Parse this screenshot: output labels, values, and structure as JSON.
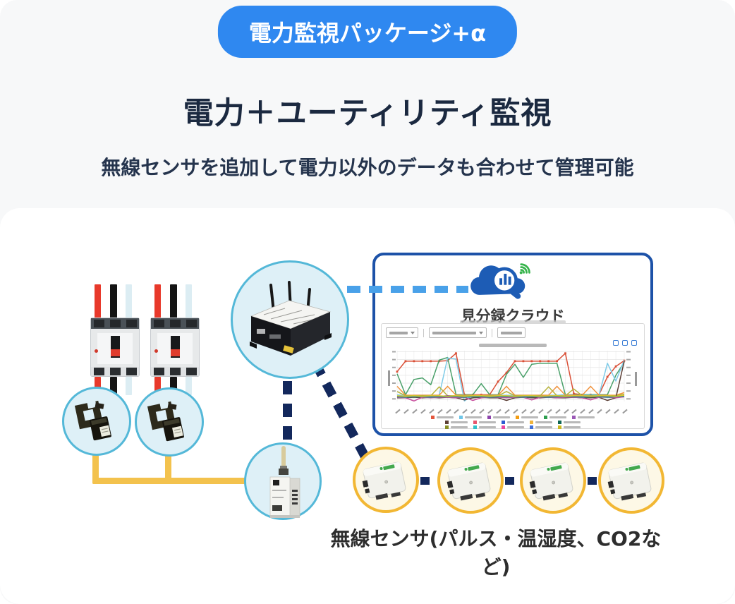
{
  "badge": {
    "label": "電力監視パッケージ+α",
    "bg_color": "#2f88f0"
  },
  "heading": {
    "title": "電力＋ユーティリティ監視",
    "subtitle": "無線センサを追加して電力以外のデータも合わせて管理可能",
    "title_color": "#1b2940"
  },
  "cloud_panel": {
    "brand": "見分録クラウド",
    "border_color": "#1d52a8",
    "logo": {
      "cloud_color": "#1d5cb5",
      "wifi_color": "#35b34a",
      "chart_bars_in_magnifier": 3
    }
  },
  "diagram": {
    "sensor_caption": "無線センサ(パルス・温湿度、CO2など)",
    "devices": {
      "circuit_breakers": 2,
      "ct_clamps": 2,
      "data_logger_antennas": 3,
      "wireless_gateway": 1,
      "wireless_sensors": 4
    },
    "colors": {
      "circle_blue_fill": "#def0f7",
      "circle_blue_border": "#54b8d8",
      "circle_yellow_fill": "#fdf8e6",
      "circle_yellow_border": "#f2b733",
      "wire_red": "#e8392b",
      "wire_black": "#141414",
      "wire_pale_blue": "#dcedf3",
      "ct_cable_yellow": "#f3c24d",
      "dash_navy": "#13285c",
      "dash_light_blue": "#49a1e9"
    }
  },
  "chart_data": {
    "type": "line",
    "x_points": 28,
    "ylim": [
      -5,
      92
    ],
    "grid": true,
    "legibility_note": "toolbar, axis, tick and legend text in the embedded dashboard screenshot is below legibility; values below are visual estimates",
    "series": [
      {
        "name": "red-series",
        "color": "#d94f36",
        "markers": true,
        "values": [
          52,
          72,
          72,
          72,
          72,
          72,
          73,
          87,
          8,
          8,
          8,
          8,
          33,
          50,
          72,
          72,
          72,
          72,
          72,
          72,
          87,
          10,
          8,
          8,
          8,
          42,
          62,
          73
        ]
      },
      {
        "name": "green-series",
        "color": "#4aa06a",
        "values": [
          48,
          8,
          37,
          40,
          27,
          74,
          79,
          8,
          8,
          8,
          29,
          8,
          8,
          47,
          66,
          41,
          66,
          68,
          68,
          68,
          8,
          8,
          8,
          8,
          8,
          8,
          45,
          70
        ]
      },
      {
        "name": "cyan-series",
        "color": "#7ecbe8",
        "values": [
          8,
          6,
          7,
          7,
          7,
          7,
          78,
          76,
          -4,
          7,
          7,
          7,
          7,
          7,
          7,
          7,
          7,
          7,
          7,
          7,
          8,
          7,
          7,
          7,
          7,
          68,
          34,
          74
        ]
      },
      {
        "name": "orange-series",
        "color": "#f0923d",
        "values": [
          24,
          7,
          7,
          7,
          7,
          7,
          24,
          7,
          7,
          7,
          7,
          7,
          7,
          24,
          7,
          7,
          7,
          7,
          7,
          24,
          7,
          7,
          7,
          24,
          7,
          7,
          7,
          12
        ]
      },
      {
        "name": "olive-series",
        "color": "#b7b23a",
        "values": [
          14,
          6,
          6,
          6,
          6,
          23,
          6,
          6,
          6,
          6,
          6,
          6,
          6,
          14,
          6,
          6,
          6,
          6,
          23,
          6,
          6,
          19,
          6,
          6,
          6,
          6,
          6,
          9
        ]
      },
      {
        "name": "purple-series",
        "color": "#8e44ad",
        "values": [
          5,
          4,
          5,
          4,
          5,
          5,
          6,
          5,
          4,
          5,
          5,
          4,
          5,
          5,
          5,
          4,
          5,
          5,
          5,
          4,
          5,
          5,
          4,
          5,
          5,
          4,
          5,
          6
        ]
      },
      {
        "name": "blue-series",
        "color": "#4472c4",
        "values": [
          3,
          3,
          4,
          3,
          4,
          4,
          4,
          3,
          3,
          4,
          4,
          3,
          4,
          4,
          3,
          4,
          4,
          3,
          4,
          4,
          3,
          3,
          4,
          4,
          3,
          4,
          4,
          4
        ]
      },
      {
        "name": "brown-series",
        "color": "#5d4037",
        "values": [
          2,
          2,
          3,
          2,
          3,
          2,
          3,
          2,
          -2,
          2,
          3,
          2,
          2,
          -3,
          2,
          3,
          2,
          2,
          3,
          2,
          2,
          3,
          2,
          2,
          3,
          -3,
          2,
          72
        ]
      },
      {
        "name": "magenta-series",
        "color": "#c94f9e",
        "values": [
          3,
          2,
          -4,
          3,
          2,
          3,
          3,
          2,
          3,
          -3,
          2,
          3,
          3,
          2,
          3,
          3,
          -2,
          3,
          3,
          2,
          3,
          3,
          2,
          -2,
          3,
          3,
          2,
          4
        ]
      },
      {
        "name": "teal-series",
        "color": "#2e8b8b",
        "values": [
          4,
          3,
          4,
          4,
          3,
          4,
          4,
          4,
          3,
          4,
          4,
          3,
          4,
          4,
          4,
          3,
          4,
          4,
          3,
          4,
          4,
          4,
          3,
          4,
          4,
          3,
          4,
          5
        ]
      },
      {
        "name": "yellow-series",
        "color": "#d9c62f",
        "values": [
          6,
          5,
          6,
          5,
          6,
          6,
          5,
          6,
          5,
          6,
          6,
          5,
          6,
          6,
          5,
          6,
          6,
          5,
          6,
          6,
          5,
          6,
          6,
          5,
          6,
          6,
          5,
          7
        ]
      }
    ],
    "legend": {
      "position": "bottom",
      "rows": [
        6,
        5,
        5
      ],
      "entries": [
        "#e4573d",
        "#6fc6e8",
        "#8e44ad",
        "#f39c12",
        "#2e9e4f",
        "#9b59b6",
        "#5d4037",
        "#e8566d",
        "#2d5bd1",
        "#f0b43c",
        "#0e6655",
        "#8a8f23",
        "#30c0c9",
        "#e845a0",
        "#3f6fd8",
        "#c9b820"
      ]
    }
  }
}
